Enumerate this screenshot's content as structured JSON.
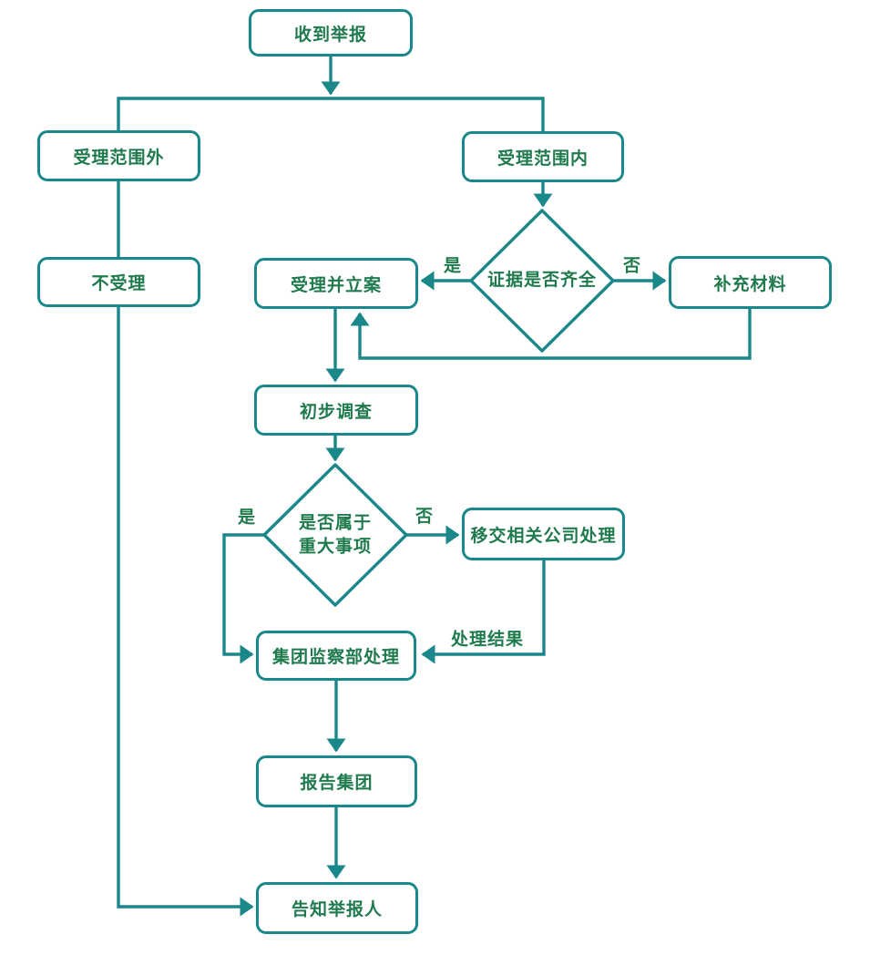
{
  "colors": {
    "line": "#1a878a",
    "text": "#1f7a4d",
    "bg": "#ffffff"
  },
  "nodes": {
    "receive": {
      "label": "收到举报"
    },
    "out_of_scope": {
      "label": "受理范围外"
    },
    "in_scope": {
      "label": "受理范围内"
    },
    "not_accepted": {
      "label": "不受理"
    },
    "accept_case": {
      "label": "受理并立案"
    },
    "supplement": {
      "label": "补充材料"
    },
    "preliminary": {
      "label": "初步调查"
    },
    "transfer": {
      "label": "移交相关公司处理"
    },
    "group_dept": {
      "label": "集团监察部处理"
    },
    "report_group": {
      "label": "报告集团"
    },
    "inform": {
      "label": "告知举报人"
    }
  },
  "decisions": {
    "evidence_complete": {
      "label": "证据是否齐全"
    },
    "major_matter": {
      "label": "是否属于\n重大事项"
    }
  },
  "edge_labels": {
    "evidence_yes": "是",
    "evidence_no": "否",
    "major_yes": "是",
    "major_no": "否",
    "transfer_result": "处理结果"
  }
}
